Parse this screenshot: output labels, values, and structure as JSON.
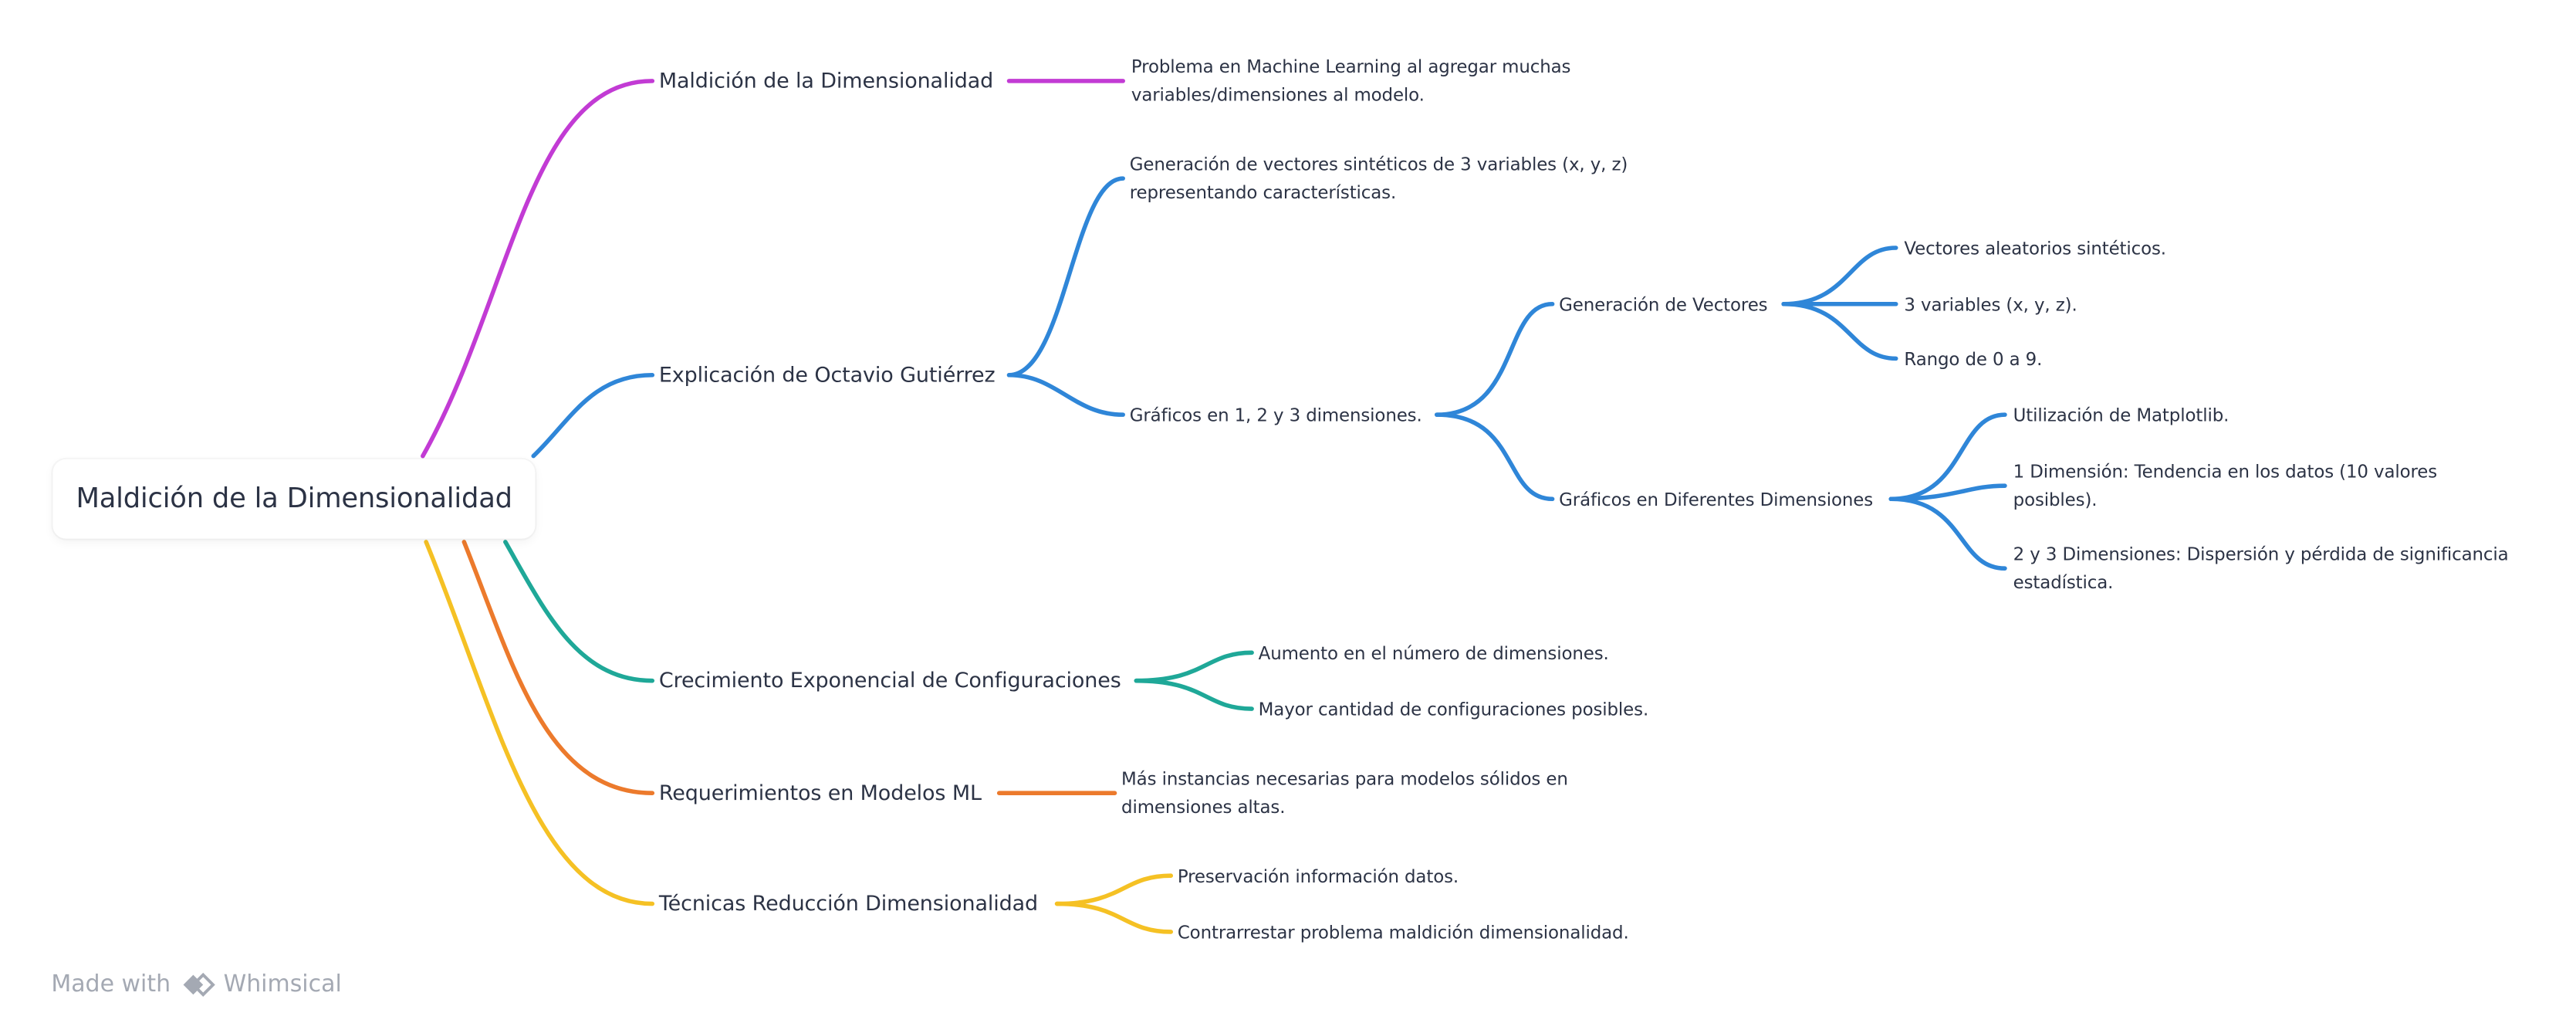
{
  "mindmap": {
    "root": "Maldición de la Dimensionalidad",
    "branches": [
      {
        "label": "Maldición de la Dimensionalidad",
        "color": "#c23bd4",
        "children": [
          [
            "Problema en Machine Learning al agregar muchas",
            "variables/dimensiones al modelo."
          ]
        ]
      },
      {
        "label": "Explicación de Octavio Gutiérrez",
        "color": "#2f86d8",
        "children": [
          [
            "Generación de vectores sintéticos de 3 variables (x, y, z)",
            "representando características."
          ],
          [
            "Gráficos en 1, 2 y 3 dimensiones."
          ]
        ],
        "sub": {
          "generacion": {
            "label": "Generación de Vectores",
            "children": [
              [
                "Vectores aleatorios sintéticos."
              ],
              [
                "3 variables (x, y, z)."
              ],
              [
                "Rango de 0 a 9."
              ]
            ]
          },
          "graficos": {
            "label": "Gráficos en Diferentes Dimensiones",
            "children": [
              [
                "Utilización de Matplotlib."
              ],
              [
                "1 Dimensión: Tendencia en los datos (10 valores",
                "posibles)."
              ],
              [
                "2 y 3 Dimensiones: Dispersión y pérdida de significancia",
                "estadística."
              ]
            ]
          }
        }
      },
      {
        "label": "Crecimiento Exponencial de Configuraciones",
        "color": "#1fa898",
        "children": [
          [
            "Aumento en el número de dimensiones."
          ],
          [
            "Mayor cantidad de configuraciones posibles."
          ]
        ]
      },
      {
        "label": "Requerimientos en Modelos ML",
        "color": "#ec7a2c",
        "children": [
          [
            "Más instancias necesarias para modelos sólidos en",
            "dimensiones altas."
          ]
        ]
      },
      {
        "label": "Técnicas Reducción Dimensionalidad",
        "color": "#f5c124",
        "children": [
          [
            "Preservación información datos."
          ],
          [
            "Contrarrestar problema maldición dimensionalidad."
          ]
        ]
      }
    ]
  },
  "footer": {
    "made_with": "Made with",
    "brand": "Whimsical",
    "logo_icon": "whimsical-logo-icon"
  }
}
